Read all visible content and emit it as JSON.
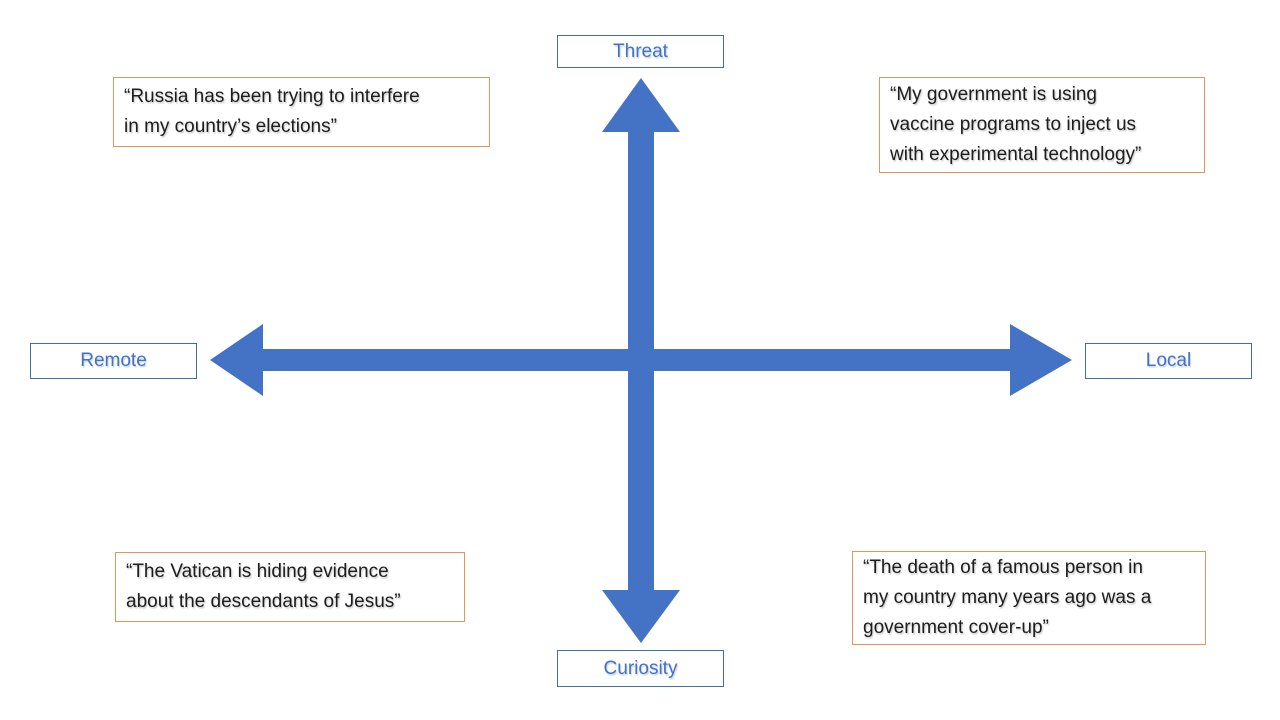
{
  "title": "Threat / Curiosity vs Remote / Local conspiracy belief quadrant diagram",
  "colors": {
    "background": "#FFFFFF",
    "arrow": "#4472C4",
    "label_border": "#41719C",
    "label_text": "#4472C4",
    "quote_border": "#E0975A",
    "quote_text": "#1D1D1D"
  },
  "axes": {
    "top": "Threat",
    "bottom": "Curiosity",
    "left": "Remote",
    "right": "Local"
  },
  "quadrants": {
    "top_left": "“Russia has been trying to interfere\nin my country’s elections”",
    "top_right": "“My government is using\nvaccine programs to inject us\nwith experimental technology”",
    "bottom_left": "“The Vatican is hiding evidence\nabout the descendants of Jesus”",
    "bottom_right": "“The death of a famous person in\nmy country many years ago was a\ngovernment cover-up”"
  }
}
